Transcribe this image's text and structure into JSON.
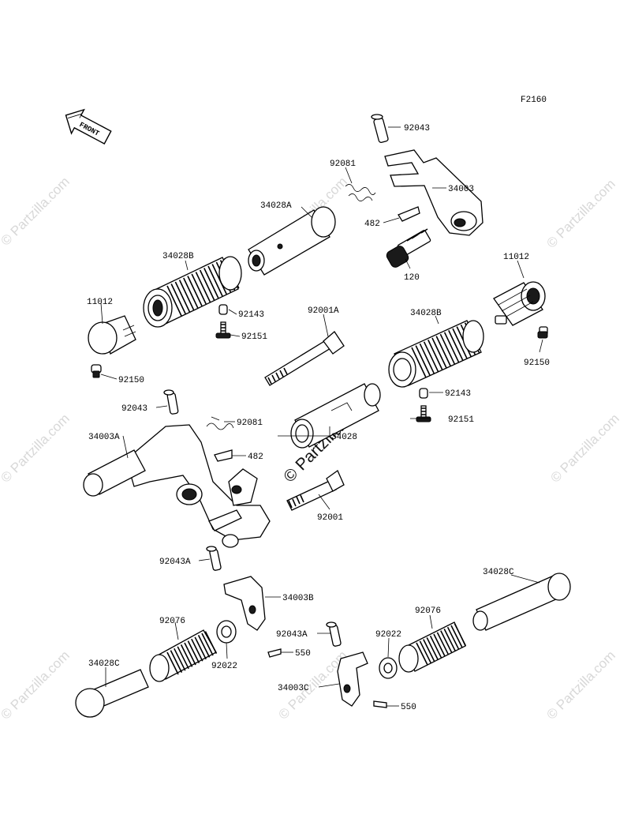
{
  "diagram": {
    "figure_code": "F2160",
    "front_marker": "FRONT",
    "watermark_text": "© Partzilla.com",
    "center_watermark_text": "© Partzilla.com",
    "callouts": [
      {
        "id": "c-92043-top",
        "text": "92043"
      },
      {
        "id": "c-92081-top",
        "text": "92081"
      },
      {
        "id": "c-34003",
        "text": "34003"
      },
      {
        "id": "c-34028A",
        "text": "34028A"
      },
      {
        "id": "c-482-top",
        "text": "482"
      },
      {
        "id": "c-120",
        "text": "120"
      },
      {
        "id": "c-34028B-left",
        "text": "34028B"
      },
      {
        "id": "c-11012-right",
        "text": "11012"
      },
      {
        "id": "c-11012-left",
        "text": "11012"
      },
      {
        "id": "c-92143-left",
        "text": "92143"
      },
      {
        "id": "c-92151-left",
        "text": "92151"
      },
      {
        "id": "c-92001A",
        "text": "92001A"
      },
      {
        "id": "c-34028B-right",
        "text": "34028B"
      },
      {
        "id": "c-92150-right",
        "text": "92150"
      },
      {
        "id": "c-92150-left",
        "text": "92150"
      },
      {
        "id": "c-92143-right",
        "text": "92143"
      },
      {
        "id": "c-92043-mid",
        "text": "92043"
      },
      {
        "id": "c-92081-mid",
        "text": "92081"
      },
      {
        "id": "c-92151-right",
        "text": "92151"
      },
      {
        "id": "c-34003A",
        "text": "34003A"
      },
      {
        "id": "c-34028",
        "text": "34028"
      },
      {
        "id": "c-482-mid",
        "text": "482"
      },
      {
        "id": "c-92001",
        "text": "92001"
      },
      {
        "id": "c-92043A-left",
        "text": "92043A"
      },
      {
        "id": "c-34003B",
        "text": "34003B"
      },
      {
        "id": "c-34028C-right",
        "text": "34028C"
      },
      {
        "id": "c-92076-left",
        "text": "92076"
      },
      {
        "id": "c-92076-right",
        "text": "92076"
      },
      {
        "id": "c-92022-right",
        "text": "92022"
      },
      {
        "id": "c-92043A-right",
        "text": "92043A"
      },
      {
        "id": "c-550-left",
        "text": "550"
      },
      {
        "id": "c-34028C-left",
        "text": "34028C"
      },
      {
        "id": "c-92022-left",
        "text": "92022"
      },
      {
        "id": "c-34003C",
        "text": "34003C"
      },
      {
        "id": "c-550-right",
        "text": "550"
      }
    ]
  }
}
